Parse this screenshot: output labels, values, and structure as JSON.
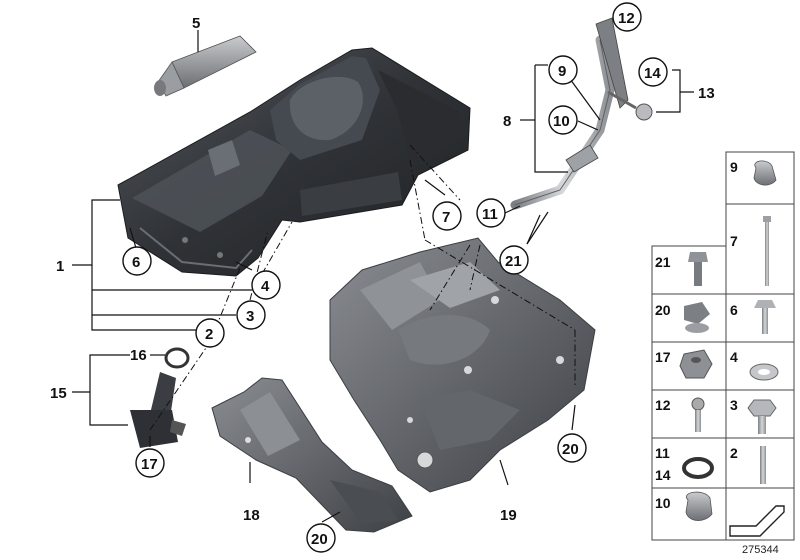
{
  "callouts": {
    "c1": "1",
    "c2": "2",
    "c3": "3",
    "c4": "4",
    "c5": "5",
    "c6": "6",
    "c7": "7",
    "c8": "8",
    "c9": "9",
    "c10": "10",
    "c11": "11",
    "c12": "12",
    "c13": "13",
    "c14": "14",
    "c15": "15",
    "c16": "16",
    "c17": "17",
    "c18": "18",
    "c19": "19",
    "c20a": "20",
    "c20b": "20",
    "c21": "21"
  },
  "legend": {
    "right_col": [
      "9",
      "7",
      "6",
      "4",
      "3",
      "2"
    ],
    "left_col": [
      "21",
      "20",
      "17",
      "12",
      "11",
      "14",
      "10"
    ]
  },
  "footer": {
    "id": "275344"
  },
  "colors": {
    "part_dark": "#3a3d42",
    "part_mid": "#6b6f75",
    "part_light": "#a6a9ad",
    "ink": "#111111"
  }
}
